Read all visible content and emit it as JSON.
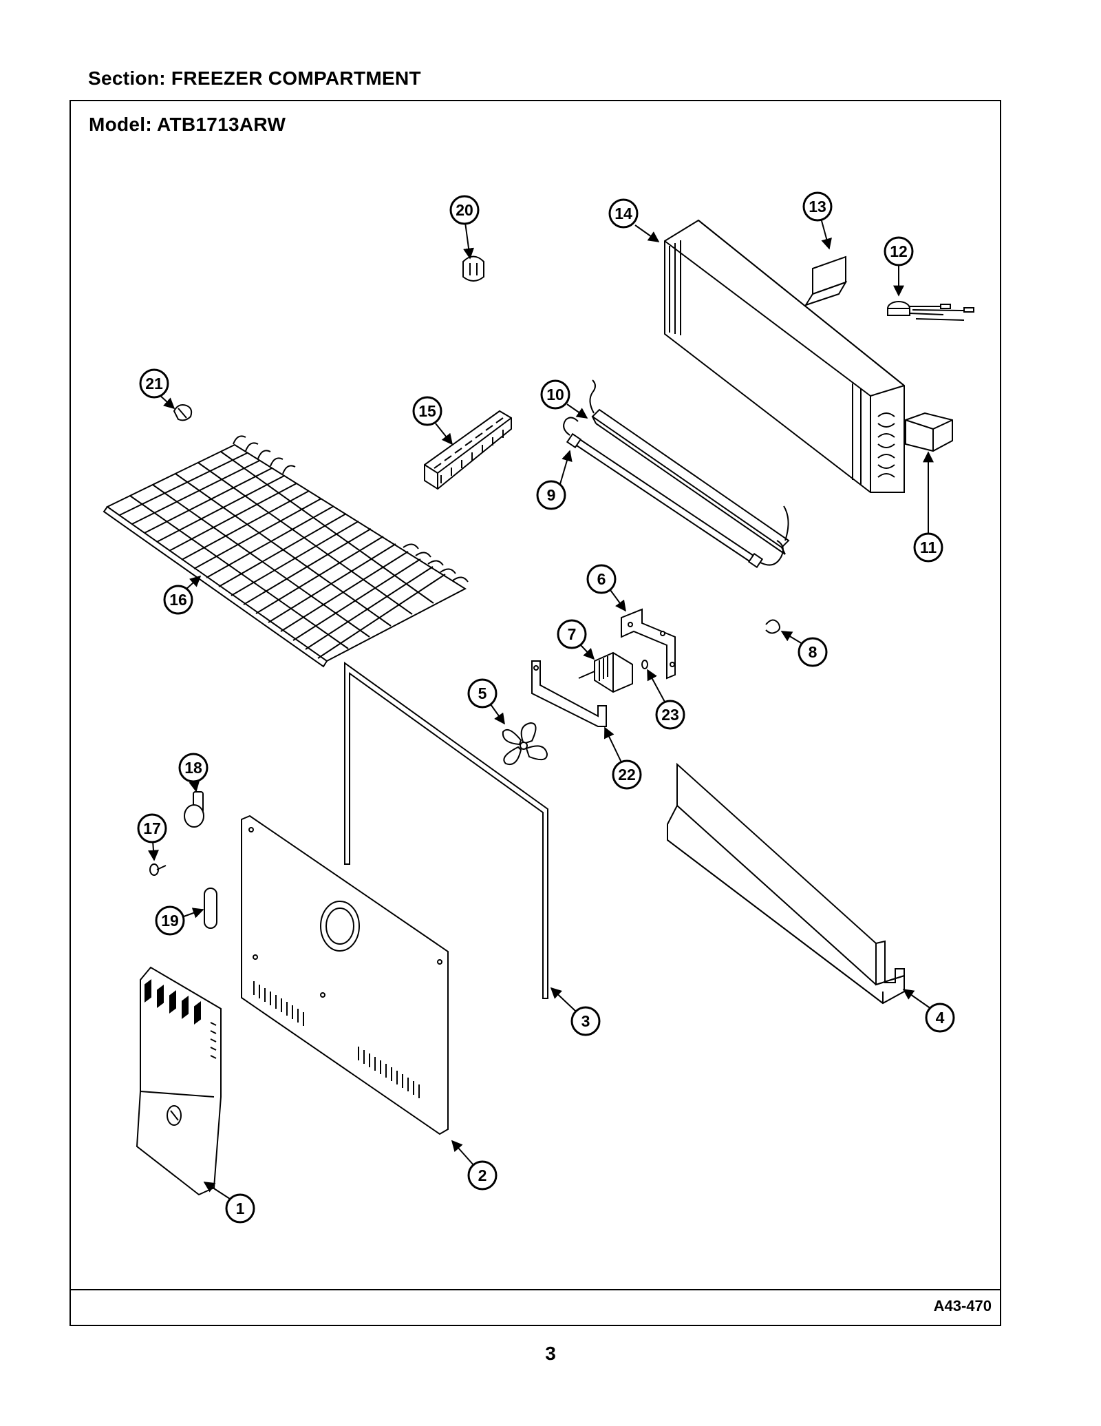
{
  "header": {
    "section_label": "Section:  FREEZER COMPARTMENT"
  },
  "frame": {
    "model_label": "Model:  ATB1713ARW",
    "diagram_code": "A43-470"
  },
  "footer": {
    "page_number": "3"
  },
  "callouts": [
    "1",
    "2",
    "3",
    "4",
    "5",
    "6",
    "7",
    "8",
    "9",
    "10",
    "11",
    "12",
    "13",
    "14",
    "15",
    "16",
    "17",
    "18",
    "19",
    "20",
    "21",
    "22",
    "23"
  ]
}
